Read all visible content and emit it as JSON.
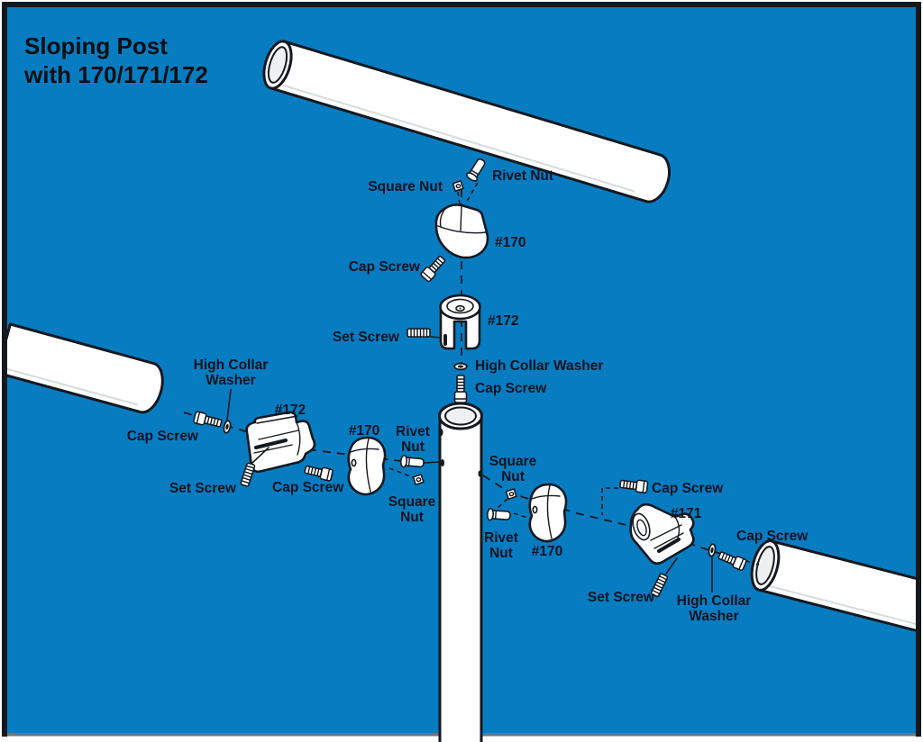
{
  "title": {
    "line1": "Sloping Post",
    "line2": "with 170/171/172"
  },
  "colors": {
    "background": "#077cc1",
    "outline": "#14181f",
    "part_fill": "#ffffff",
    "text": "#0c1320",
    "border": "#15181d"
  },
  "assemblies": {
    "top": {
      "rivet_nut": "Rivet Nut",
      "square_nut": "Square Nut",
      "part_170": "#170",
      "cap_screw_upper": "Cap Screw",
      "part_172": "#172",
      "set_screw": "Set Screw",
      "high_collar_washer": "High Collar Washer",
      "cap_screw_lower": "Cap Screw"
    },
    "left": {
      "high_collar_washer_line1": "High Collar",
      "high_collar_washer_line2": "Washer",
      "cap_screw_outer": "Cap Screw",
      "part_172": "#172",
      "set_screw": "Set Screw",
      "cap_screw_inner": "Cap Screw",
      "part_170": "#170",
      "rivet_nut_line1": "Rivet",
      "rivet_nut_line2": "Nut",
      "square_nut_line1": "Square",
      "square_nut_line2": "Nut"
    },
    "right": {
      "square_nut_line1": "Square",
      "square_nut_line2": "Nut",
      "rivet_nut_line1": "Rivet",
      "rivet_nut_line2": "Nut",
      "part_170": "#170",
      "cap_screw_inner": "Cap Screw",
      "part_171": "#171",
      "set_screw": "Set Screw",
      "high_collar_washer_line1": "High Collar",
      "high_collar_washer_line2": "Washer",
      "cap_screw_outer": "Cap Screw"
    }
  }
}
